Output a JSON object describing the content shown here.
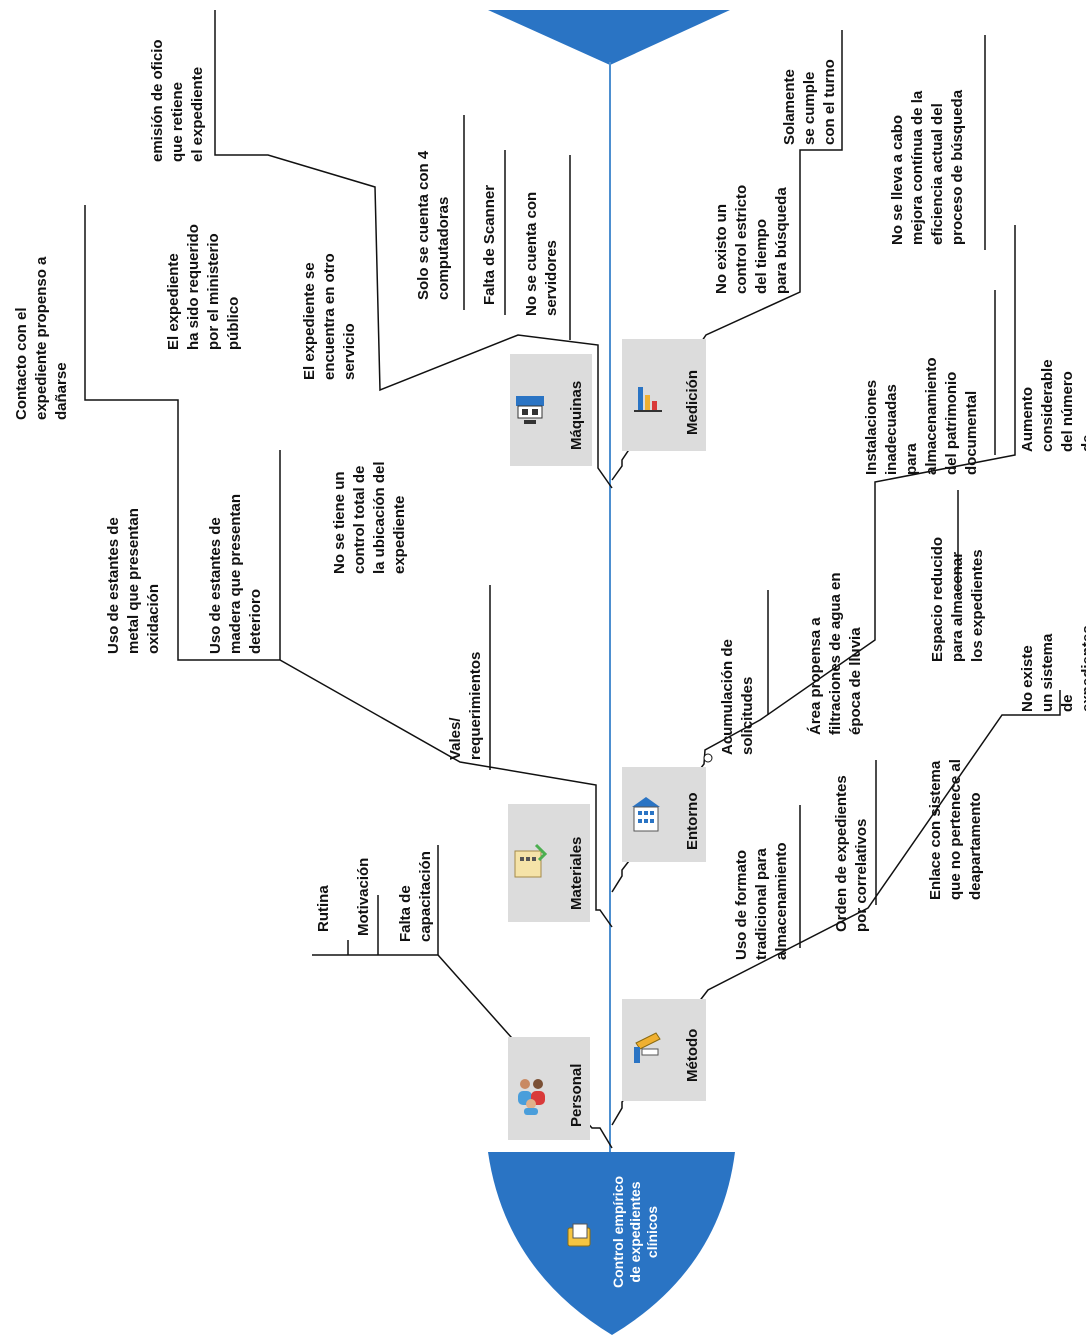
{
  "diagram": {
    "type": "fishbone",
    "effect": "Control empírico\nde expedientes\nclínicos",
    "categories": [
      {
        "id": "personal",
        "label": "Personal",
        "icon": "people-icon",
        "causes": [
          "Rutina",
          "Motivación",
          "Falta de\ncapacitación"
        ]
      },
      {
        "id": "materiales",
        "label": "Materiales",
        "icon": "folder-box-icon",
        "causes": [
          "Vales/\nrequerimientos",
          "No se tiene un\ncontrol total de\nla ubicación del\nexpediente",
          "Uso de estantes de\nmadera que presentan\ndeterioro",
          "Uso de estantes de\nmetal que presentan\noxidación",
          "Contacto con el\nexpediente propenso a\ndañarse"
        ]
      },
      {
        "id": "maquinas",
        "label": "Máquinas",
        "icon": "computer-icon",
        "causes": [
          "No se cuenta con\nservidores",
          "Falta de Scanner",
          "Solo se cuenta con 4\ncomputadoras",
          "El expediente se\nencuentra en otro\nservicio",
          "El expediente\nha sido requerido\npor el ministerio\npúblico",
          "emisión de oficio\nque retiene\nel expediente"
        ]
      },
      {
        "id": "metodo",
        "label": "Método",
        "icon": "books-icon",
        "causes": [
          "Uso de formato\ntradicional para\nalmacenamiento",
          "Orden de expedientes\npor correlativos",
          "Enlace con sistema\nque no pertenece al\ndeapartamento"
        ]
      },
      {
        "id": "entorno",
        "label": "Entorno",
        "icon": "building-icon",
        "causes": [
          "Acumulación de\nsolicitudes",
          "Área propensa a\nfiltraciones de agua  en\népoca de lluvia",
          "Espacio reducido\npara almacenar\nlos expedientes",
          "No existe un sistema\nde expedientes\nelectrónicos definido",
          "Instalaciones\ninadecuadas\npara\nalmacenamiento\ndel patrimonio\ndocumental",
          "Aumento considerable\ndel número de\nexpedientes"
        ]
      },
      {
        "id": "medicion",
        "label": "Medición",
        "icon": "bar-chart-icon",
        "causes": [
          "No existo un\ncontrol estricto\ndel tiempo\npara búsqueda",
          "Solamente\nse cumple\ncon el turno",
          "No se lleva a cabo\nmejora contínua de la\neficiencia actual del\nproceso de búsqueda"
        ]
      }
    ]
  },
  "colors": {
    "head": "#2a74c4",
    "line": "#111111",
    "spine": "#4d8fd0",
    "box": "#dcdcdc"
  }
}
